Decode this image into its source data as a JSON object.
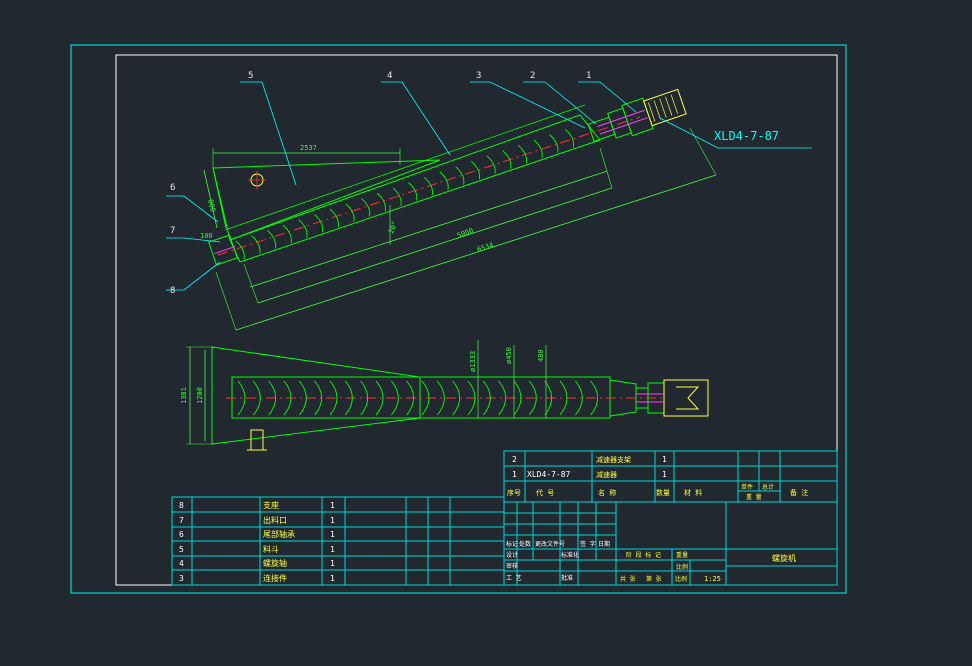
{
  "colors": {
    "background": "#212830",
    "frame": "#00d8d8",
    "border": "#ffffff",
    "geometry": "#00ff00",
    "shaft": "#ff3030",
    "motor": "#ffff40",
    "dimension": "#40ff40",
    "leader": "#00ffff",
    "highlight": "#ff40ff"
  },
  "callouts": {
    "n1": "1",
    "n2": "2",
    "n3": "3",
    "n4": "4",
    "n5": "5",
    "n6": "6",
    "n7": "7",
    "n8": "8",
    "model": "XLD4-7-87"
  },
  "dimensions": {
    "top_len": "2537",
    "height": "800",
    "small": "100",
    "angle": "20°",
    "inner_len": "5000",
    "total_len": "6534",
    "width_outer": "1381",
    "width_inner": "1200",
    "pipe_dia": "ø1333",
    "pitch1": "ø450",
    "pitch2": "480"
  },
  "bom_left": {
    "rows": [
      {
        "no": "8",
        "name": "支座",
        "qty": "1"
      },
      {
        "no": "7",
        "name": "出料口",
        "qty": "1"
      },
      {
        "no": "6",
        "name": "尾部轴承",
        "qty": "1"
      },
      {
        "no": "5",
        "name": "料斗",
        "qty": "1"
      },
      {
        "no": "4",
        "name": "螺旋轴",
        "qty": "1"
      },
      {
        "no": "3",
        "name": "连接件",
        "qty": "1"
      }
    ]
  },
  "bom_right": {
    "rows": [
      {
        "no": "2",
        "code": "",
        "name": "减速器支架",
        "qty": "1"
      },
      {
        "no": "1",
        "code": "XLD4-7-87",
        "name": "减速器",
        "qty": "1"
      }
    ],
    "header": {
      "no": "序号",
      "code": "代 号",
      "name": "名 称",
      "qty": "数量",
      "material": "材 料",
      "unit_weight": "单件",
      "total_weight": "总计",
      "weight": "重 量",
      "remark": "备 注"
    }
  },
  "title_block": {
    "mark": "标记",
    "count": "处数",
    "change_doc": "更改文件号",
    "sign": "签 字",
    "date": "日期",
    "design": "设计",
    "standard": "标准化",
    "check": "审核",
    "craft": "工 艺",
    "approve": "批准",
    "stage_label": "阶 段 标 记",
    "weight_label": "重量",
    "ratio_label": "比例",
    "sheet_total": "共 张",
    "sheet_no": "第 张",
    "scale": "1:25",
    "title": "螺旋机"
  }
}
